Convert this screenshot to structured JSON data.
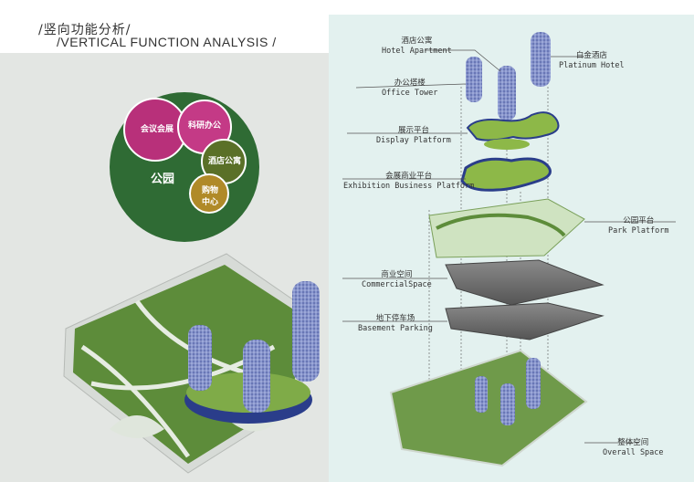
{
  "header": {
    "title_cn": "/竖向功能分析/",
    "title_en": "/VERTICAL FUNCTION ANALYSIS /"
  },
  "bubble_diagram": {
    "park": "公园",
    "conference": "会议会展",
    "research_office": "科研办公",
    "hotel_apartment": "酒店公寓",
    "shopping_center": "购物\n中心"
  },
  "layers": [
    {
      "cn": "酒店公寓",
      "en": "Hotel Apartment"
    },
    {
      "cn": "白金酒店",
      "en": "Platinum Hotel"
    },
    {
      "cn": "办公塔楼",
      "en": "Office Tower"
    },
    {
      "cn": "展示平台",
      "en": "Display Platform"
    },
    {
      "cn": "会展商业平台",
      "en": "Exhibition Business Platform"
    },
    {
      "cn": "公园平台",
      "en": "Park Platform"
    },
    {
      "cn": "商业空间",
      "en": "CommercialSpace"
    },
    {
      "cn": "地下停车场",
      "en": "Basement Parking"
    },
    {
      "cn": "整体空间",
      "en": "Overall Space"
    }
  ],
  "colors": {
    "park_green": "#2d6b35",
    "conference_pink": "#b8307a",
    "office_pink": "#c43a86",
    "hotel_olive": "#5a7028",
    "shopping_gold": "#b08a28",
    "platform_green": "#8db848",
    "tower_blue": "#6e80c0",
    "grey_level": "#6c6c6c"
  }
}
